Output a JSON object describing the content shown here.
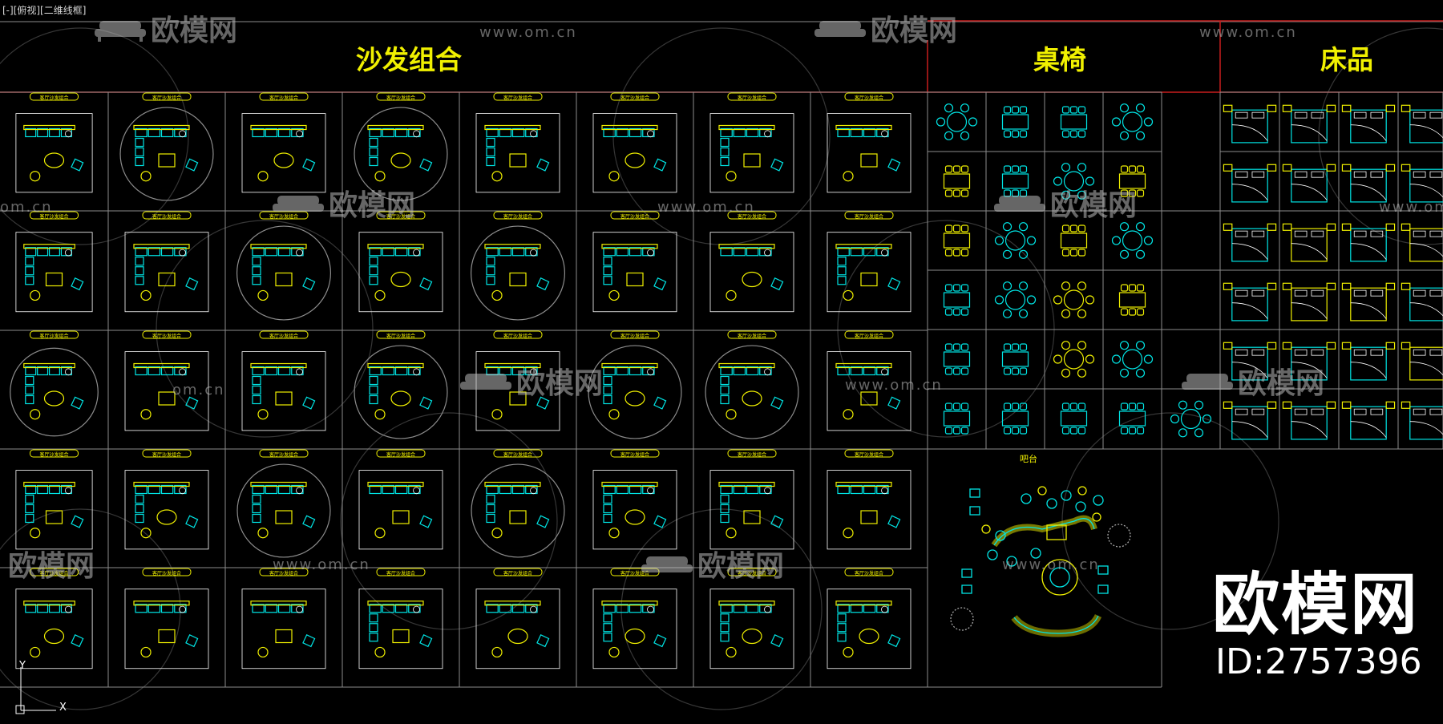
{
  "viewport_label": "[-][俯视][二维线框]",
  "sections": {
    "sofa": "沙发组合",
    "table": "桌椅",
    "bed": "床品"
  },
  "cell_label": "客厅沙发组合",
  "bar_label": "吧台",
  "watermark": {
    "logo": "欧模网",
    "url": "www.om.cn",
    "url_partial": "om.cn"
  },
  "brand": {
    "logo": "欧模网",
    "id_text": "ID:2757396"
  },
  "ucs": {
    "x": "X",
    "y": "Y"
  },
  "colors": {
    "background": "#000000",
    "grid": "#8c8c8c",
    "red_line": "#c81e1e",
    "yellow": "#f0f000",
    "cyan": "#00e5e5",
    "white": "#ffffff"
  },
  "icons": [
    "ucs-axis-icon",
    "sofa-block-icon",
    "dining-set-icon",
    "bed-block-icon",
    "watermark-sofa-icon"
  ]
}
